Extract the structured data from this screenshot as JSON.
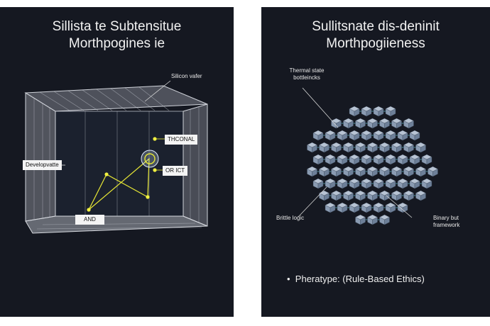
{
  "left_panel": {
    "title_line1": "Sillista te Subtensitue",
    "title_line2": "Morthpogines ie",
    "labels": {
      "silicon_wafer": "Silicon vafer",
      "thconal": "THCONAL",
      "developvatte": "Developvatte",
      "or_ict": "OR ICT",
      "and": "AND"
    },
    "colors": {
      "background": "#151821",
      "wire": "#e6e635",
      "glass": "#c8ccd6"
    }
  },
  "right_panel": {
    "title_line1": "Sullitsnate dis-deninit",
    "title_line2": "Morthpogiieness",
    "labels": {
      "thermal_line1": "Thermal state",
      "thermal_line2": "bottleincks",
      "brittle": "Brittle logic",
      "binary_line1": "Binary but",
      "binary_line2": "framework"
    },
    "bullet_symbol": "•",
    "bullet_text": "Pheratype: (Rule-Based Ethics)",
    "colors": {
      "background": "#151821",
      "cube": "#8a9bb2",
      "link": "#5fc4d4"
    }
  }
}
